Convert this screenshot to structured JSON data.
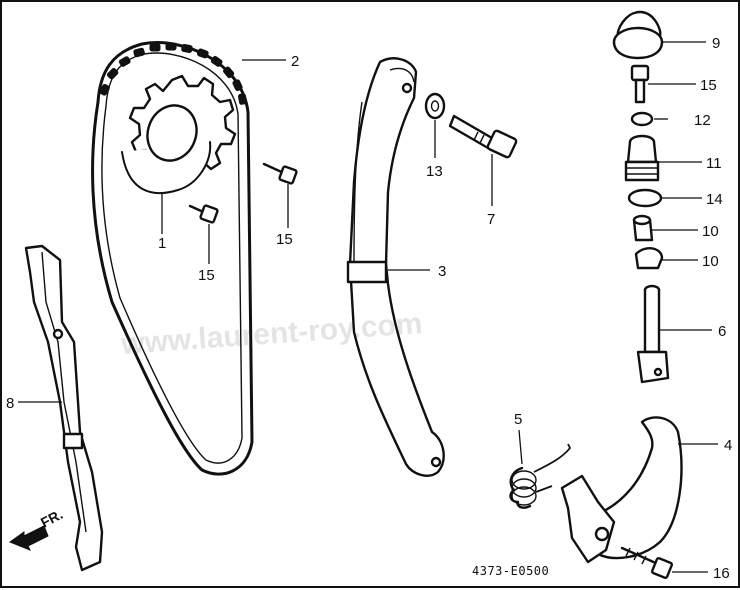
{
  "callouts": {
    "c1": "1",
    "c2": "2",
    "c3": "3",
    "c4": "4",
    "c5": "5",
    "c6": "6",
    "c7": "7",
    "c8": "8",
    "c9": "9",
    "c10a": "10",
    "c10b": "10",
    "c11": "11",
    "c12": "12",
    "c13": "13",
    "c14": "14",
    "c15a": "15",
    "c15b": "15",
    "c15c": "15",
    "c16": "16"
  },
  "direction_label": "FR.",
  "diagram_code": "4373-E0500",
  "watermark": "www.laurent-roy.com"
}
